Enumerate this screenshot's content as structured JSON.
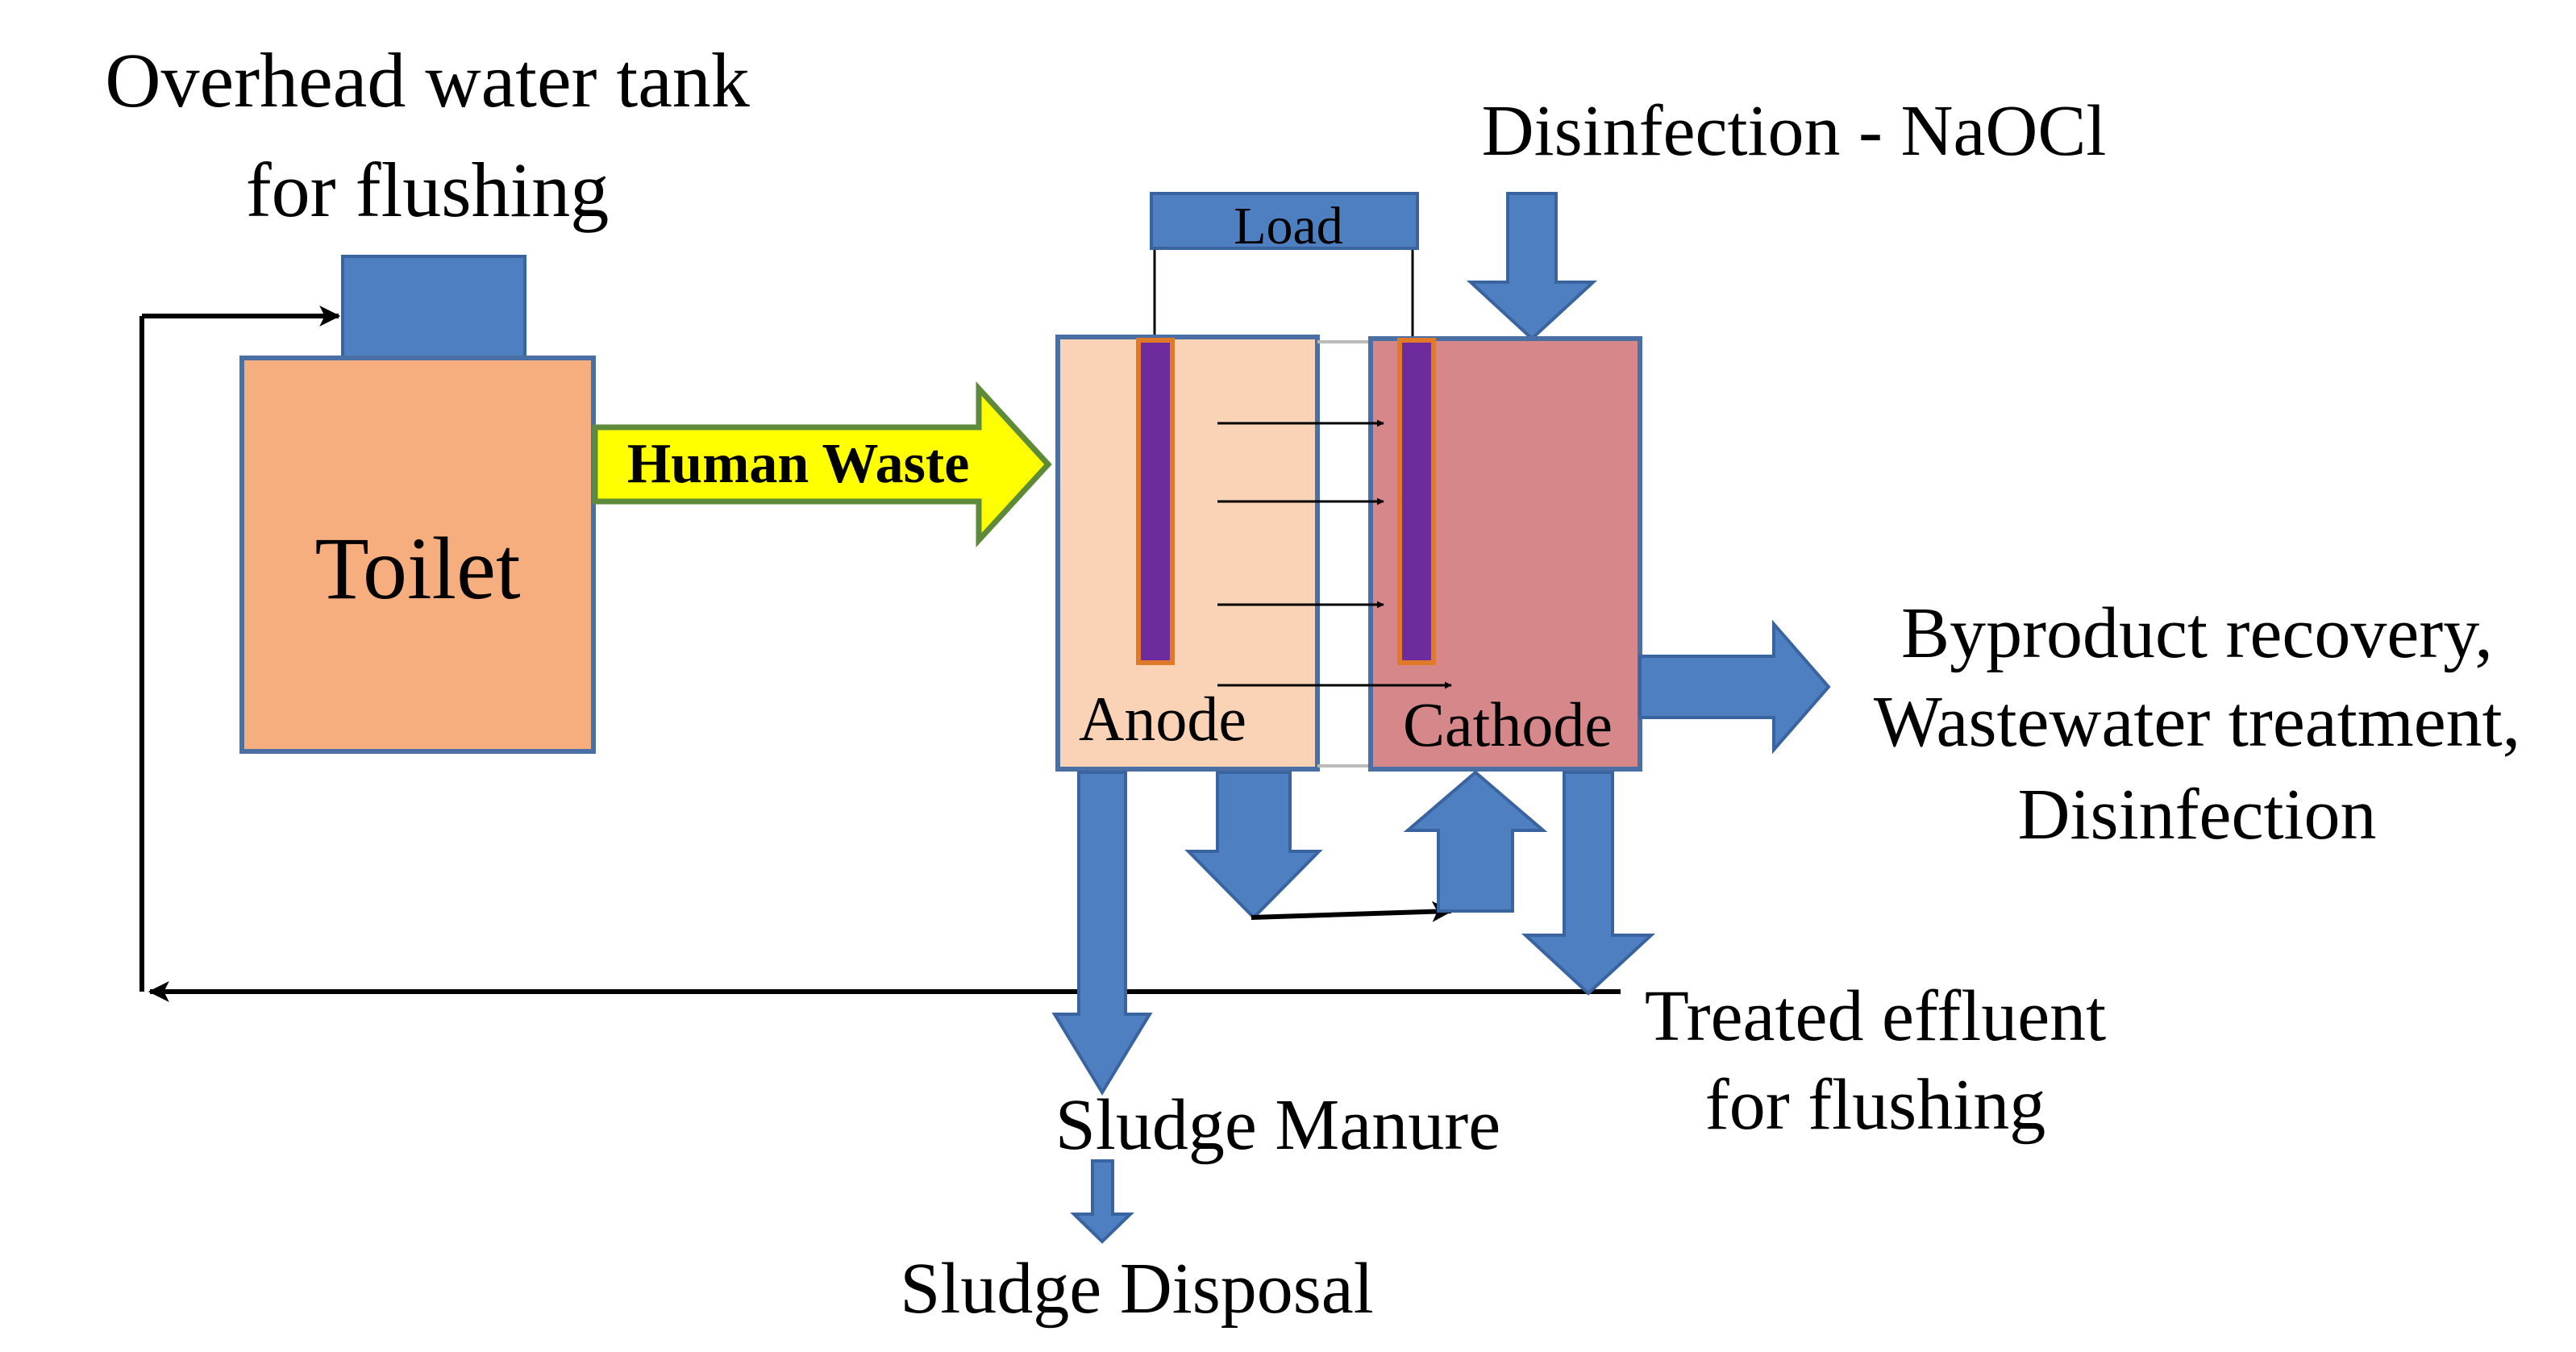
{
  "labels": {
    "tank_title_line1": "Overhead water tank",
    "tank_title_line2": "for flushing",
    "disinfection": "Disinfection - NaOCl",
    "load": "Load",
    "toilet": "Toilet",
    "human_waste": "Human Waste",
    "anode": "Anode",
    "cathode": "Cathode",
    "byproduct_line1": "Byproduct recovery,",
    "byproduct_line2": "Wastewater treatment,",
    "byproduct_line3": "Disinfection",
    "treated_line1": "Treated effluent",
    "treated_line2": "for flushing",
    "sludge_manure": "Sludge Manure",
    "sludge_disposal": "Sludge Disposal"
  },
  "colors": {
    "blue": "#4E7FC0",
    "blue_stroke": "#3A64A0",
    "toilet_fill": "#F7AE7E",
    "anode_fill": "#FAD2B6",
    "cathode_fill": "#D5878A",
    "electrode": "#6E2B9E",
    "electrode_edge": "#E07A28",
    "yellow": "#FFFF00",
    "green_edge": "#5D8B3A",
    "line": "#000000"
  }
}
